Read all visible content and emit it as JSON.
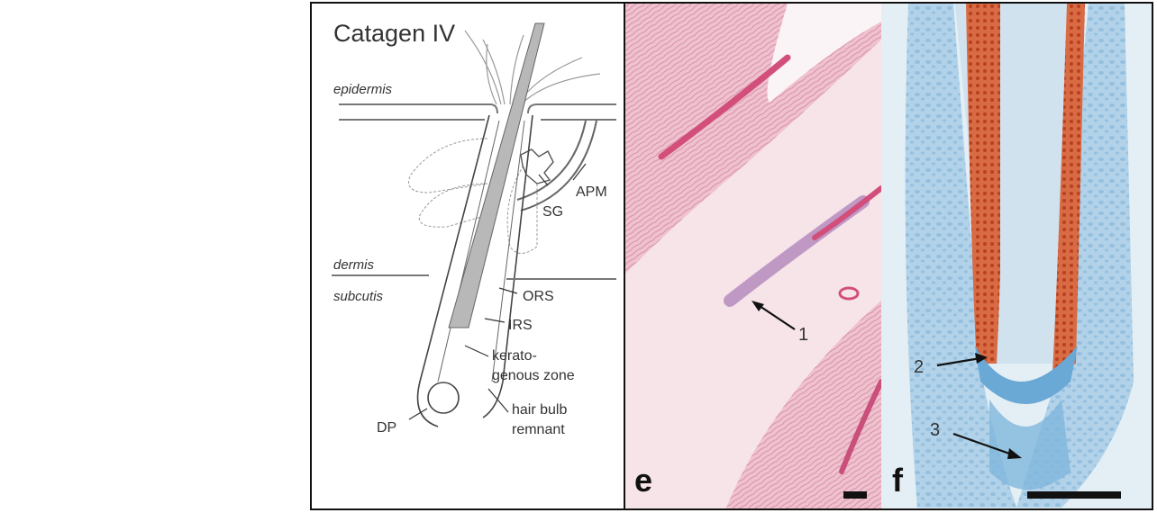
{
  "diagram": {
    "title": "Catagen IV",
    "labels": {
      "epidermis": "epidermis",
      "dermis": "dermis",
      "subcutis": "subcutis",
      "sg": "SG",
      "apm": "APM",
      "ors": "ORS",
      "irs": "IRS",
      "kerato_line1": "kerato-",
      "kerato_line2": "genous zone",
      "hair_bulb_line1": "hair bulb",
      "hair_bulb_line2": "remnant",
      "dp": "DP"
    }
  },
  "panel_e": {
    "letter": "e",
    "marker": "1"
  },
  "panel_f": {
    "letter": "f",
    "marker2": "2",
    "marker3": "3"
  },
  "colors": {
    "he_background": "#f4d8df",
    "he_tissue": "#e3a9b8",
    "he_stain_dark": "#c9507a",
    "ihc_background": "#dbe9f3",
    "ihc_blue": "#7fb7dc",
    "ihc_red": "#c8502e"
  }
}
